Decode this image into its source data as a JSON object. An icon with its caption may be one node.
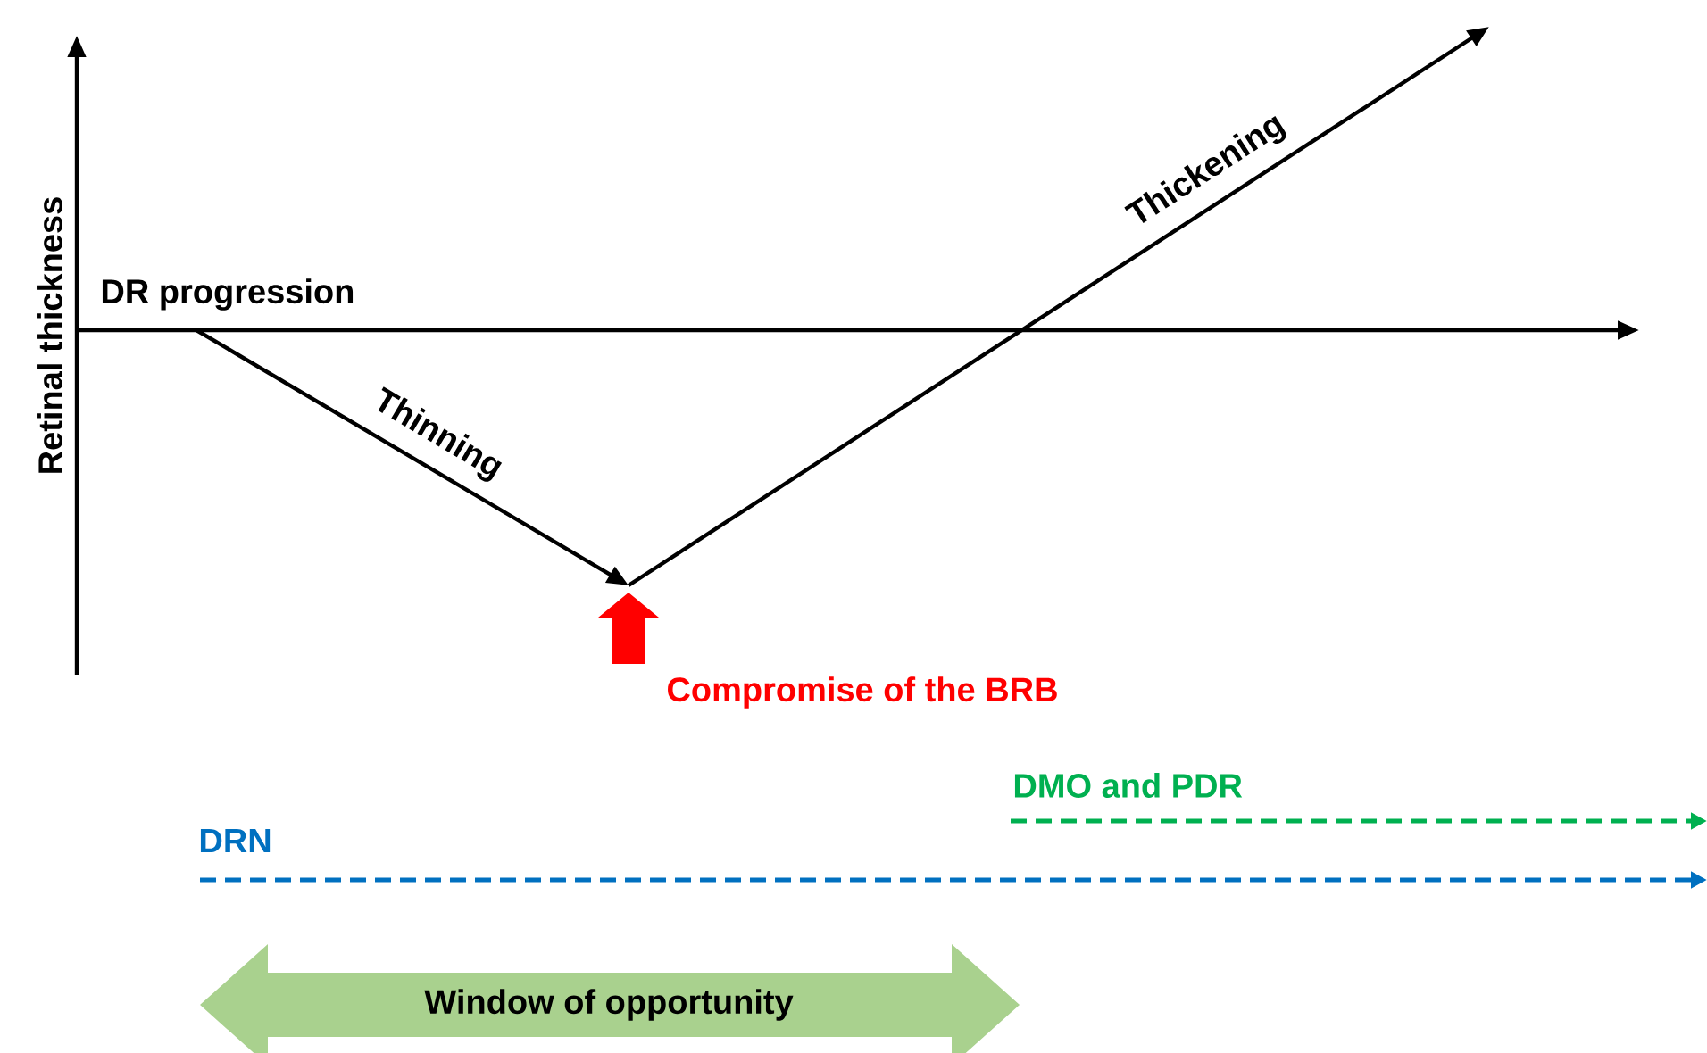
{
  "diagram": {
    "nodes": [
      {
        "text": [
          "Window of opportunity"
        ]
      }
    ],
    "labels": [
      "Retinal thickness",
      "DR progression",
      "Thinning",
      "Thickening",
      "Compromise of the BRB",
      "DMO and PDR",
      "DRN"
    ]
  }
}
